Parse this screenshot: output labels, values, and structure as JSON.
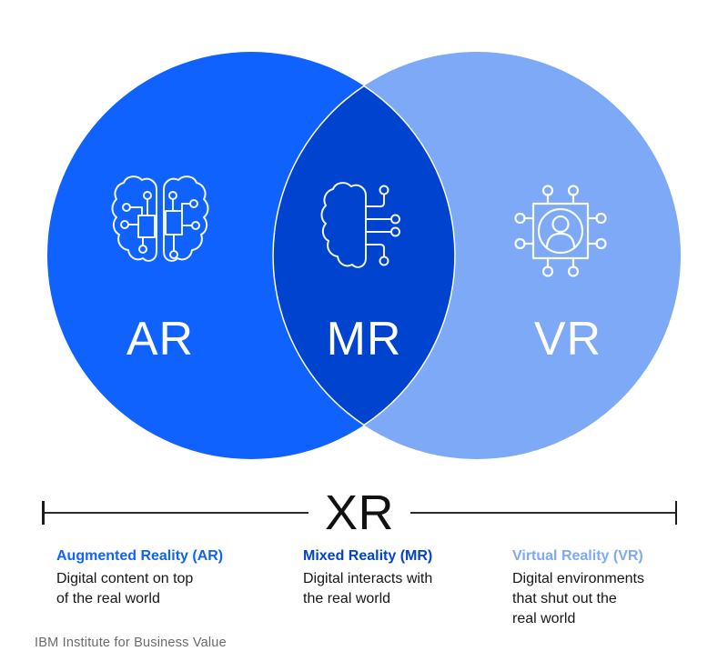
{
  "diagram": {
    "type": "venn",
    "circles": {
      "ar": {
        "label": "AR",
        "color": "#0f62fe",
        "icon": "brain-circuit-icon"
      },
      "mr": {
        "label": "MR",
        "color": "#0043ce",
        "icon": "half-brain-circuit-icon"
      },
      "vr": {
        "label": "VR",
        "color": "#7da9f7",
        "icon": "chip-user-icon"
      }
    },
    "overlap_note": "MR is the intersection of AR and VR",
    "xr_label": "XR"
  },
  "legend": [
    {
      "id": "ar",
      "title": "Augmented Reality (AR)",
      "title_color": "#0f62fe",
      "description": "Digital content on top\nof the real world"
    },
    {
      "id": "mr",
      "title": "Mixed Reality (MR)",
      "title_color": "#0043ce",
      "description": "Digital interacts with\nthe real world"
    },
    {
      "id": "vr",
      "title": "Virtual Reality (VR)",
      "title_color": "#7da9f7",
      "description": "Digital environments\nthat shut out the\nreal world"
    }
  ],
  "footer": {
    "source": "IBM Institute for Business Value"
  }
}
